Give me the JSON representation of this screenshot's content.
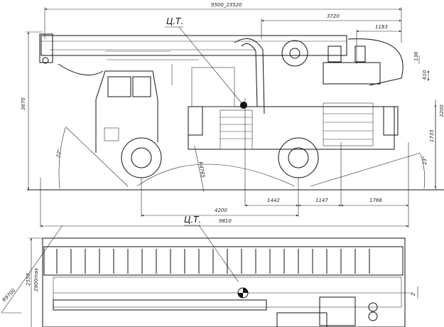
{
  "side_view": {
    "cg_label": "Ц.Т.",
    "dimensions": {
      "overall_boom_length": "9500_23520",
      "rear_overhang_to_platform": "3720",
      "platform_offset": "1183",
      "platform_height_small": "136",
      "platform_height": "610",
      "total_height": "3670",
      "right_height": "3200",
      "body_height": "1735",
      "departure_angle": "23°",
      "approach_angle": "22°",
      "ramp_radius": "R4765",
      "rear_segment_1": "1442",
      "rear_segment_2": "1147",
      "rear_overhang": "1768",
      "wheelbase": "4200",
      "overall_length": "9810"
    }
  },
  "top_view": {
    "cg_label": "Ц.Т.",
    "dimensions": {
      "width": "2550",
      "width_max": "2900max",
      "turning_radius": "R9700",
      "cg_offset": "2"
    }
  }
}
